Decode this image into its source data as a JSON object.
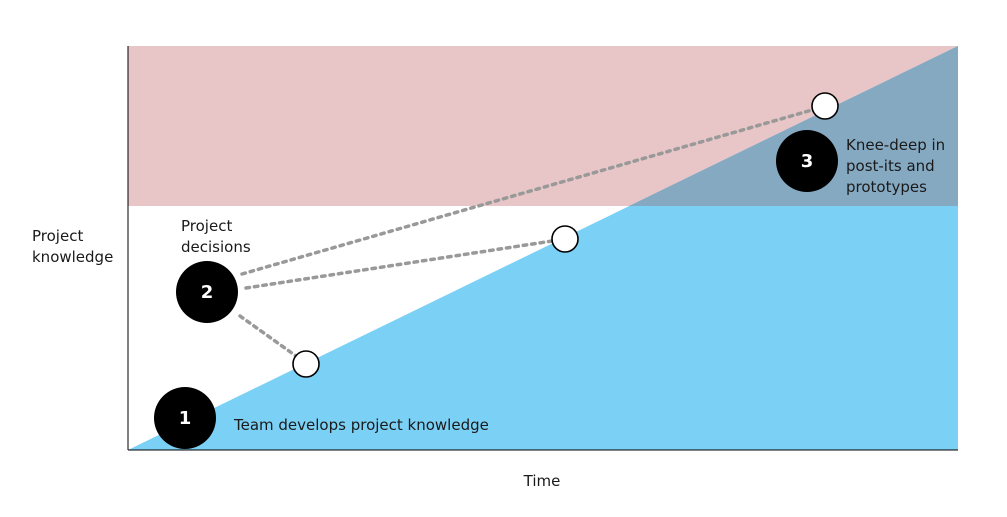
{
  "axes": {
    "y_label_lines": [
      "Project",
      "knowledge"
    ],
    "x_label": "Time"
  },
  "colors": {
    "zone_upper": "#e8c6c7",
    "zone_knowledge": "#7bd0f5",
    "zone_overlap": "#86a9c2",
    "marker": "#000000",
    "connector": "#999999"
  },
  "markers": [
    {
      "number": "1",
      "text_lines": [
        "Team develops project knowledge"
      ]
    },
    {
      "number": "2",
      "text_lines": [
        "Project",
        "decisions"
      ]
    },
    {
      "number": "3",
      "text_lines": [
        "Knee-deep in",
        "post-its and",
        "prototypes"
      ]
    }
  ]
}
